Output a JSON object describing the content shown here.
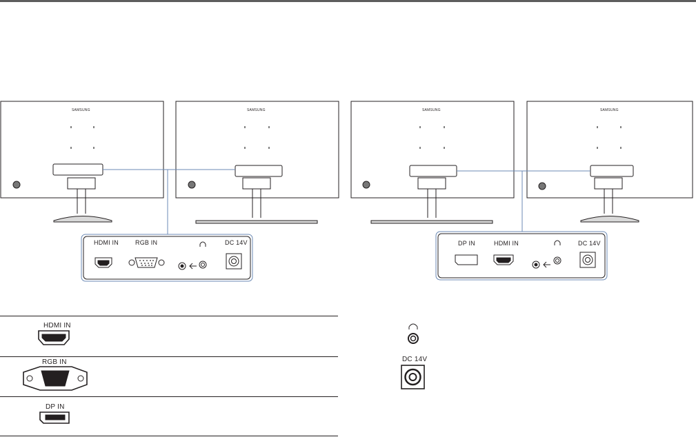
{
  "monitors": [
    {
      "brand": "SAMSUNG"
    },
    {
      "brand": "SAMSUNG"
    },
    {
      "brand": "SAMSUNG"
    },
    {
      "brand": "SAMSUNG"
    }
  ],
  "callout_left": {
    "hdmi": "HDMI IN",
    "rgb": "RGB IN",
    "dc": "DC 14V"
  },
  "callout_right": {
    "dp": "DP IN",
    "hdmi": "HDMI IN",
    "dc": "DC 14V"
  },
  "legend": {
    "hdmi": "HDMI IN",
    "rgb": "RGB IN",
    "dp": "DP IN",
    "dc": "DC 14V"
  }
}
